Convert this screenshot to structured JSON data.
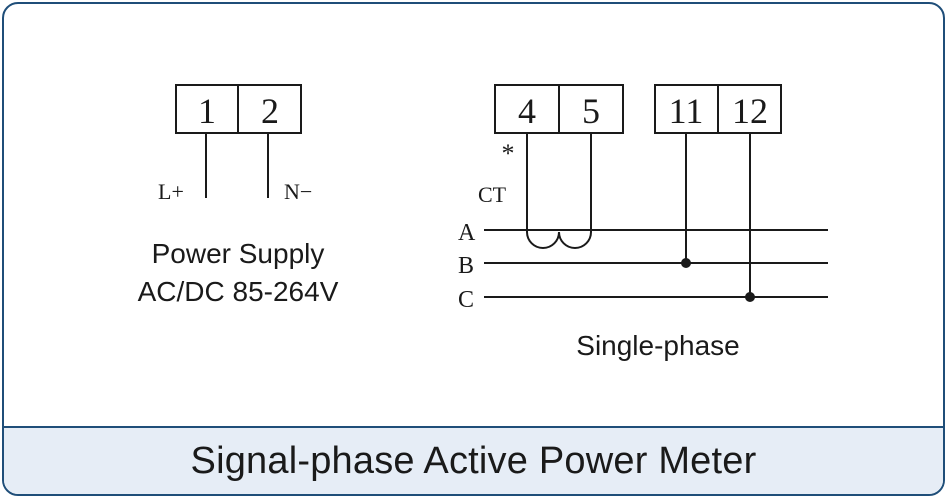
{
  "supply": {
    "terminals": [
      "1",
      "2"
    ],
    "left_label": "L+",
    "right_label": "N−",
    "caption_line1": "Power Supply",
    "caption_line2": "AC/DC 85-264V"
  },
  "measurement": {
    "ct_terminals": [
      "4",
      "5"
    ],
    "voltage_terminals": [
      "11",
      "12"
    ],
    "polarity_mark": "*",
    "ct_label": "CT",
    "lines": [
      "A",
      "B",
      "C"
    ],
    "caption": "Single-phase"
  },
  "footer": {
    "title": "Signal-phase Active Power Meter"
  },
  "colors": {
    "frame": "#1f4e79",
    "footer_bg": "#e6edf6",
    "ink": "#1a1a1a"
  }
}
